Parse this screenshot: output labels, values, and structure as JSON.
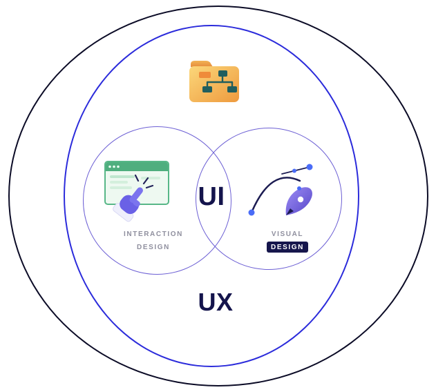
{
  "diagram": {
    "ui_label": "UI",
    "ux_label": "UX",
    "interaction": {
      "line1": "INTERACTION",
      "line2": "DESIGN"
    },
    "visual": {
      "line1": "VISUAL",
      "line2": "DESIGN"
    },
    "icons": {
      "top": "sitemap-folder-icon",
      "left": "browser-click-hand-icon",
      "right": "pen-tool-icon"
    },
    "colors": {
      "outer_circle": "#0b0b26",
      "ux_circle": "#2b2bdb",
      "venn_circle": "#6c5fd4",
      "heading_text": "#14144c",
      "label_text": "#8f8f9e",
      "label_badge_bg": "#16164c",
      "label_badge_text": "#ffffff",
      "folder": "#f0a04a",
      "flowchart": "#215e5e",
      "browser_green": "#57b787",
      "hand_purple": "#6a61e6",
      "anchor_blue": "#4a6cf7",
      "pen_purple": "#5646c8"
    }
  }
}
